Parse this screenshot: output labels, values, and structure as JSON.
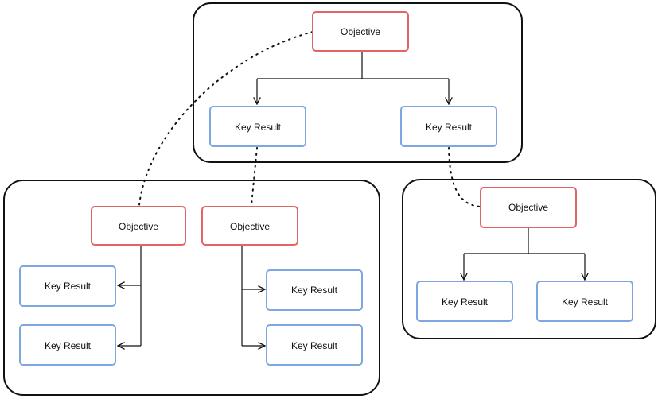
{
  "colors": {
    "objective_stroke": "#e06666",
    "key_result_stroke": "#7ea6e0",
    "container_stroke": "#111111",
    "connector": "#111111"
  },
  "labels": {
    "objective": "Objective",
    "key_result": "Key Result"
  },
  "groups": {
    "top": {
      "objective": "Objective",
      "key_results": [
        "Key Result",
        "Key Result"
      ]
    },
    "bottom_left": {
      "objective_left": "Objective",
      "objective_right": "Objective",
      "key_results_left": [
        "Key Result",
        "Key Result"
      ],
      "key_results_right": [
        "Key Result",
        "Key Result"
      ]
    },
    "bottom_right": {
      "objective": "Objective",
      "key_results": [
        "Key Result",
        "Key Result"
      ]
    }
  }
}
